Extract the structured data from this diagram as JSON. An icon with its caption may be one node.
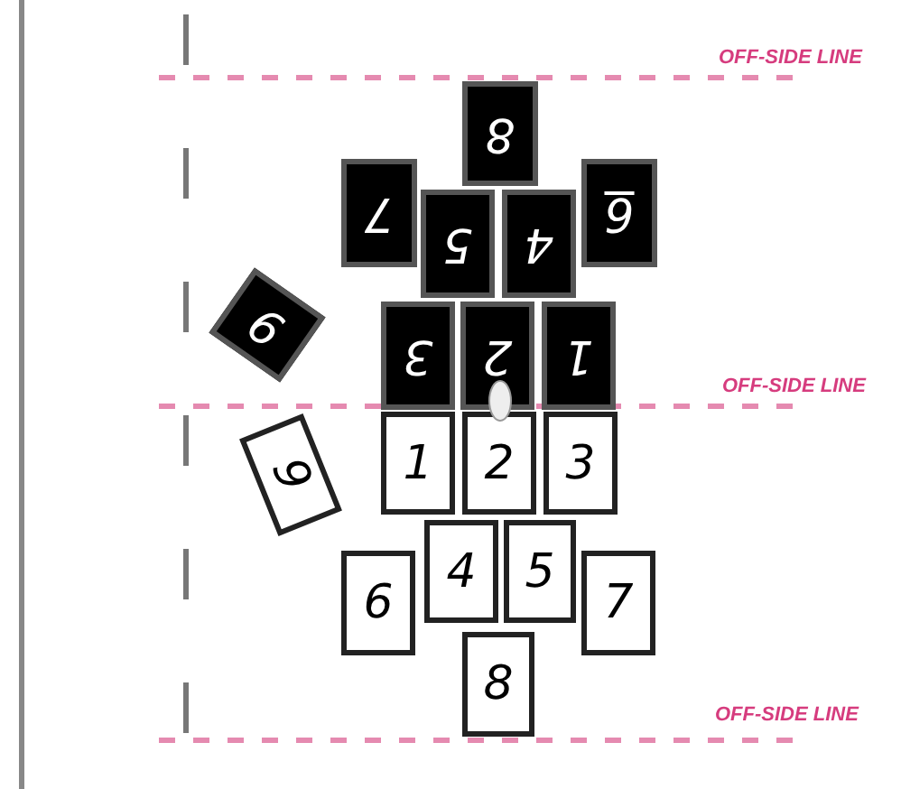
{
  "diagram": {
    "nodes": [
      {
        "text": [
          "8"
        ]
      },
      {
        "text": [
          "7"
        ]
      },
      {
        "text": [
          "5"
        ]
      },
      {
        "text": [
          "4"
        ]
      },
      {
        "text": [
          "6"
        ]
      },
      {
        "text": [
          "9"
        ]
      },
      {
        "text": [
          "3"
        ]
      },
      {
        "text": [
          "2"
        ]
      },
      {
        "text": [
          "1"
        ]
      },
      {
        "text": [
          "9"
        ]
      },
      {
        "text": [
          "1"
        ]
      },
      {
        "text": [
          "2"
        ]
      },
      {
        "text": [
          "3"
        ]
      },
      {
        "text": [
          "6"
        ]
      },
      {
        "text": [
          "4"
        ]
      },
      {
        "text": [
          "5"
        ]
      },
      {
        "text": [
          "7"
        ]
      },
      {
        "text": [
          "8"
        ]
      }
    ],
    "edges": [],
    "labels": [
      "OFF-SIDE LINE",
      "OFF-SIDE LINE",
      "OFF-SIDE LINE"
    ]
  }
}
